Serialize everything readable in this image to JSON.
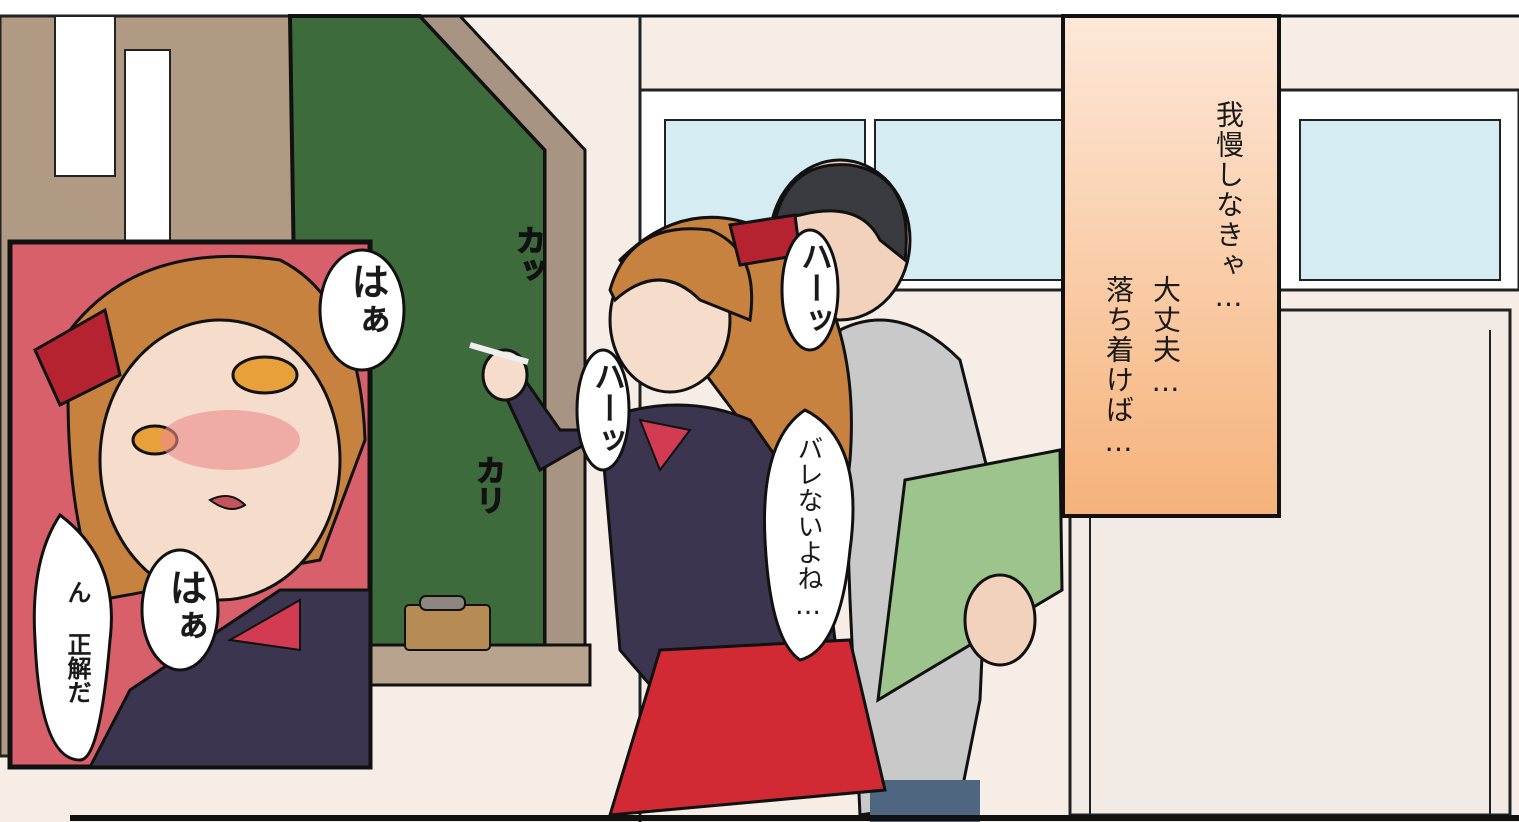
{
  "narration": {
    "line1": "我慢しなきゃ…",
    "line2": "大丈夫…",
    "line3": "落ち着けば…"
  },
  "speech": {
    "haa_top": "はぁ",
    "haa_bottom": "はぁ",
    "teacher": "ん 正解だ",
    "girl_thought": "バレないよね…"
  },
  "sfx": {
    "breath1": "ハーッ",
    "breath2": "ハーッ",
    "chalk1": "カッ",
    "chalk2": "カリ"
  },
  "colors": {
    "chalkboard": "#3d6b3c",
    "wall": "#f5ede6",
    "narration_box_top": "#fde8d8",
    "narration_box_bottom": "#f6b27a",
    "hair": "#c8823f",
    "skirt": "#d22a35",
    "blazer": "#3c3550",
    "inset_bg": "#d8606a"
  }
}
